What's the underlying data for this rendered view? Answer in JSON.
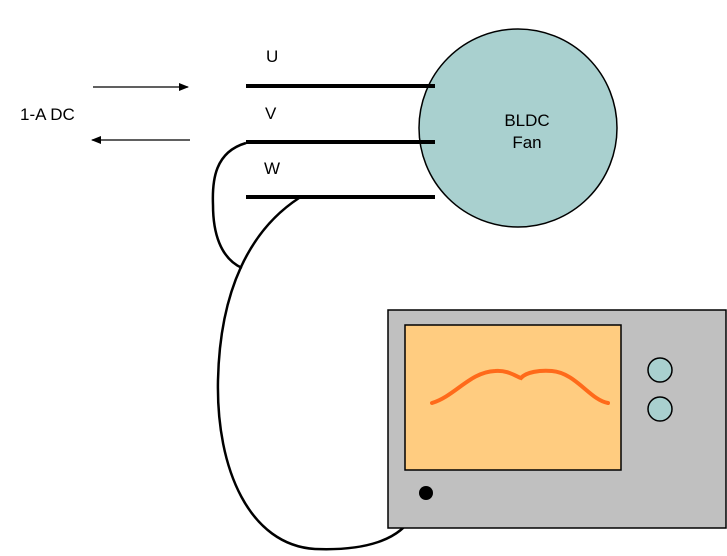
{
  "labels": {
    "current": "1-A DC",
    "phase_u": "U",
    "phase_v": "V",
    "phase_w": "W",
    "fan_line1": "BLDC",
    "fan_line2": "Fan"
  },
  "colors": {
    "background": "#ffffff",
    "line": "#000000",
    "fan_fill": "#a9d0cf",
    "scope_body": "#c0c0c0",
    "scope_screen": "#ffcc80",
    "waveform": "#ff6a1a",
    "knob_fill": "#a9d0cf"
  },
  "icons": {
    "scope": "oscilloscope-icon",
    "knob": "knob-icon",
    "probe": "probe-jack-icon"
  }
}
